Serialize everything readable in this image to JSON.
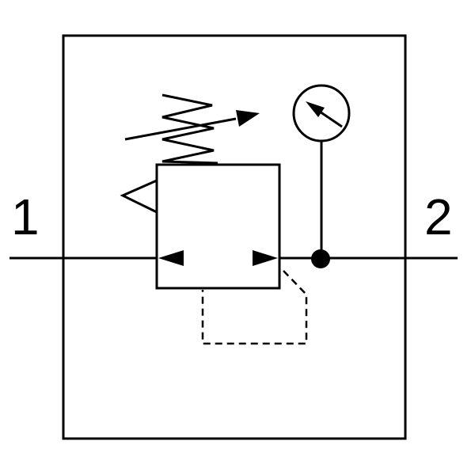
{
  "diagram": {
    "symbol": "pressure-regulator-with-gauge",
    "ports": [
      {
        "id": "inlet",
        "label": "1"
      },
      {
        "id": "outlet",
        "label": "2"
      }
    ],
    "colors": {
      "line": "#000000",
      "background": "#ffffff"
    }
  }
}
